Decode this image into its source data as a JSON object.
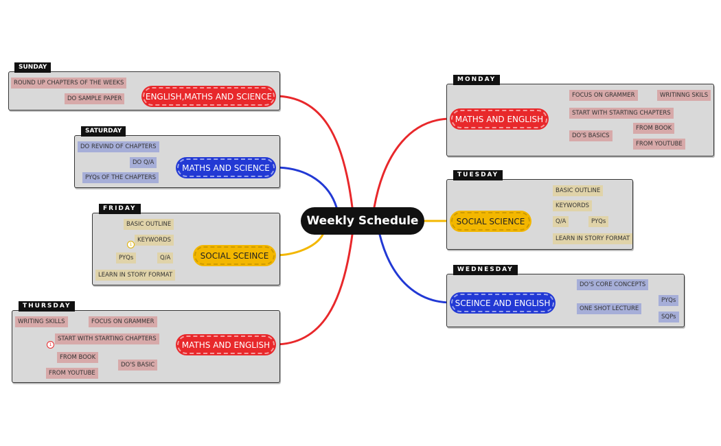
{
  "center": "Weekly Schedule",
  "colors": {
    "red": "#e8282b",
    "blue": "#2239d4",
    "yellow": "#f3b700",
    "box": "#d9d9d9"
  },
  "sunday": {
    "day": "SUNDAY",
    "topic": "ENGLISH,MATHS AND SCIENCE",
    "items": [
      "ROUND UP CHAPTERS OF THE WEEKS",
      "DO SAMPLE PAPER"
    ]
  },
  "saturday": {
    "day": "SATURDAY",
    "topic": "MATHS AND SCIENCE",
    "items": [
      "DO REVIND OF CHAPTERS",
      "DO Q/A",
      "PYQs OF THE CHAPTERS"
    ]
  },
  "friday": {
    "day": "FRIDAY",
    "topic": "SOCIAL SCEINCE",
    "items": [
      "BASIC OUTLINE",
      "KEYWORDS",
      "Q/A",
      "PYQs",
      "LEARN IN STORY FORMAT"
    ],
    "badge": "1"
  },
  "thursday": {
    "day": "THURSDAY",
    "topic": "MATHS AND ENGLISH",
    "items": [
      "FOCUS ON GRAMMER",
      "WRITING SKILLS",
      "START WITH STARTING CHAPTERS",
      "DO'S BASIC",
      "FROM BOOK",
      "FROM YOUTUBE"
    ],
    "badge": "1"
  },
  "monday": {
    "day": "MONDAY",
    "topic": "MATHS AND ENGLISH",
    "items": [
      "FOCUS ON GRAMMER",
      "WRITINNG SKILS",
      "START WITH STARTING CHAPTERS",
      "DO'S BASICS",
      "FROM BOOK",
      "FROM YOUTUBE"
    ]
  },
  "tuesday": {
    "day": "TUESDAY",
    "topic": "SOCIAL SCIENCE",
    "items": [
      "BASIC OUTLINE",
      "KEYWORDS",
      "Q/A",
      "PYQs",
      "LEARN IN STORY FORMAT"
    ]
  },
  "wednesday": {
    "day": "WEDNESDAY",
    "topic": "SCEINCE AND ENGLISH",
    "items": [
      "DO'S CORE CONCEPTS",
      "ONE SHOT LECTURE",
      "PYQs",
      "SQPs"
    ]
  }
}
